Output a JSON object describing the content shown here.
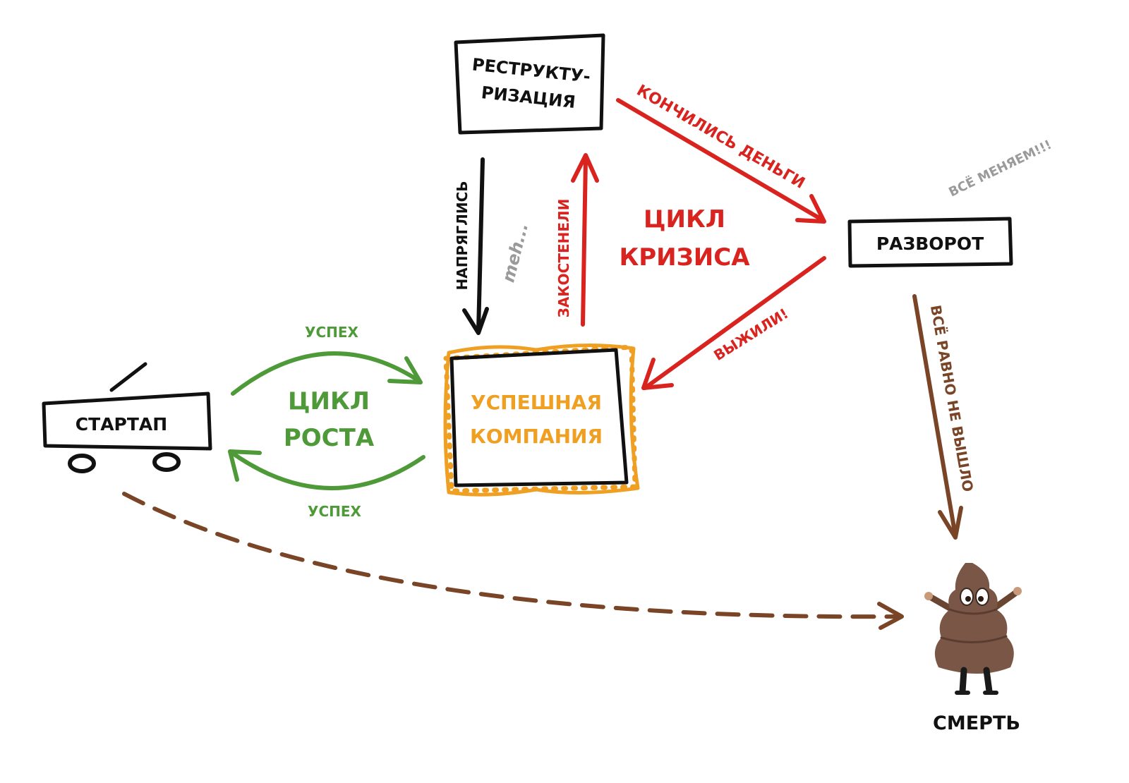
{
  "colors": {
    "black": "#111111",
    "red": "#d9231f",
    "green": "#4f9a38",
    "orange": "#ef9f22",
    "brown": "#7a4527",
    "gray": "#9a9a9a"
  },
  "nodes": {
    "restructuring_line1": "РЕСТРУКТУ-",
    "restructuring_line2": "РИЗАЦИЯ",
    "pivot": "РАЗВОРОТ",
    "startup": "СТАРТАП",
    "company_line1": "УСПЕШНАЯ",
    "company_line2": "КОМПАНИЯ",
    "death": "СМЕРТЬ"
  },
  "cycles": {
    "crisis_line1": "ЦИКЛ",
    "crisis_line2": "КРИЗИСА",
    "growth_line1": "ЦИКЛ",
    "growth_line2": "РОСТА"
  },
  "edges": {
    "ran_out_of_money": "КОНЧИЛИСЬ ДЕНЬГИ",
    "change_everything": "ВСЁ МЕНЯЕМ!!!",
    "tensed_up": "НАПРЯГЛИСЬ",
    "meh": "meh...",
    "ossified": "ЗАКОСТЕНЕЛИ",
    "survived": "ВЫЖИЛИ!",
    "didnt_work": "ВСЁ РАВНО НЕ ВЫШЛО",
    "success_top": "УСПЕХ",
    "success_bottom": "УСПЕХ"
  },
  "icons": {
    "death_mascot": "poop-mascot-icon",
    "startup_cart": "cart-icon"
  }
}
